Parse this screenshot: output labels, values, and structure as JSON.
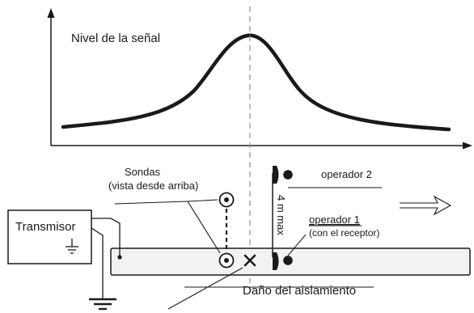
{
  "labels": {
    "signal_level": "Nivel de la señal",
    "probes_line1": "Sondas",
    "probes_line2": "(vista desde arriba)",
    "operator2": "operador 2",
    "operator1_line1": "operador 1",
    "operator1_line2": "(con el receptor)",
    "transmitter": "Transmisor",
    "distance": "4 m max",
    "insulation_damage": "Daño del aislamiento"
  },
  "colors": {
    "ink": "#1a1a1a",
    "dashed_center": "#9a9a9a",
    "cable_fill": "#f2f2f2"
  },
  "icons": {
    "ground": "ground-symbol-icon",
    "fault_marker": "cross-mark-icon",
    "direction": "arrow-right-icon",
    "probe": "circle-dot-icon",
    "operator_foot": "foot-icon"
  }
}
